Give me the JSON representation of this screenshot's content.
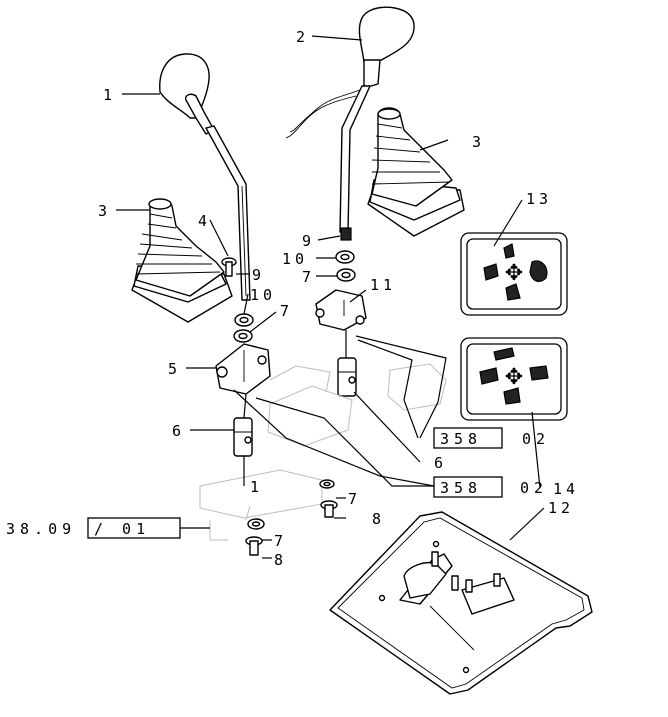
{
  "callouts": {
    "c1": "1",
    "c2": "2",
    "c3a": "3",
    "c3b": "3",
    "c4": "4",
    "c5": "5",
    "c6a": "6",
    "c6b": "6",
    "c7a": "7",
    "c7b": "7",
    "c7c": "7",
    "c7d": "7",
    "c8a": "8",
    "c8b": "8",
    "c9a": "9",
    "c9b": "9",
    "c10a": "10",
    "c10b": "10",
    "c11": "11",
    "c12": "12",
    "c13": "13",
    "c14": "14",
    "c1b": "1"
  },
  "references": {
    "ref_a_box": "358",
    "ref_a_tail": "02",
    "ref_b_box": "358",
    "ref_b_tail": "02",
    "ref_c_lead": "38.09",
    "ref_c_box": "/ 01"
  }
}
